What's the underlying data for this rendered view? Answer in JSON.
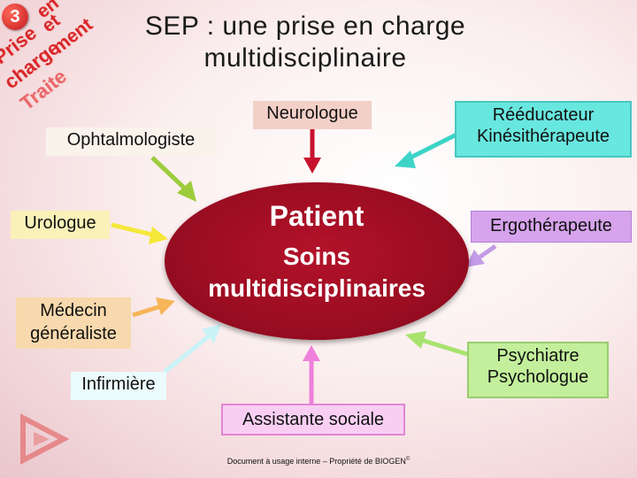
{
  "corner_badge": {
    "number": "3",
    "words": [
      "en",
      "Prise",
      "et",
      "charge",
      "ment",
      "Traite"
    ]
  },
  "title": {
    "line1": "SEP : une prise en charge",
    "line2": "multidisciplinaire"
  },
  "center": {
    "patient": "Patient",
    "soins_line1": "Soins",
    "soins_line2": "multidisciplinaires"
  },
  "specialists": {
    "neurologue": "Neurologue",
    "ophtalmologiste": "Ophtalmologiste",
    "reeducateur_line1": "Rééducateur",
    "reeducateur_line2": "Kinésithérapeute",
    "urologue": "Urologue",
    "ergotherapeute": "Ergothérapeute",
    "medecin_line1": "Médecin",
    "medecin_line2": "généraliste",
    "psychiatre_line1": "Psychiatre",
    "psychologue_line2": "Psychologue",
    "infirmiere": "Infirmière",
    "assistante_sociale": "Assistante sociale"
  },
  "colors": {
    "ellipse": "#9b0d22",
    "neurologue_arrow": "#c8102e",
    "ophtalmologiste_arrow": "#9ccc3c",
    "reeducateur_arrow": "#3cd4c8",
    "urologue_arrow": "#f5e83a",
    "ergotherapeute_arrow": "#c39be6",
    "medecin_arrow": "#f7b55a",
    "psychiatre_arrow": "#a8e36e",
    "infirmiere_arrow": "#c9f3f7",
    "assistante_arrow": "#ee7fda"
  },
  "footer": {
    "text": "Document à usage interne – Propriété de BIOGEN",
    "mark": "©"
  }
}
